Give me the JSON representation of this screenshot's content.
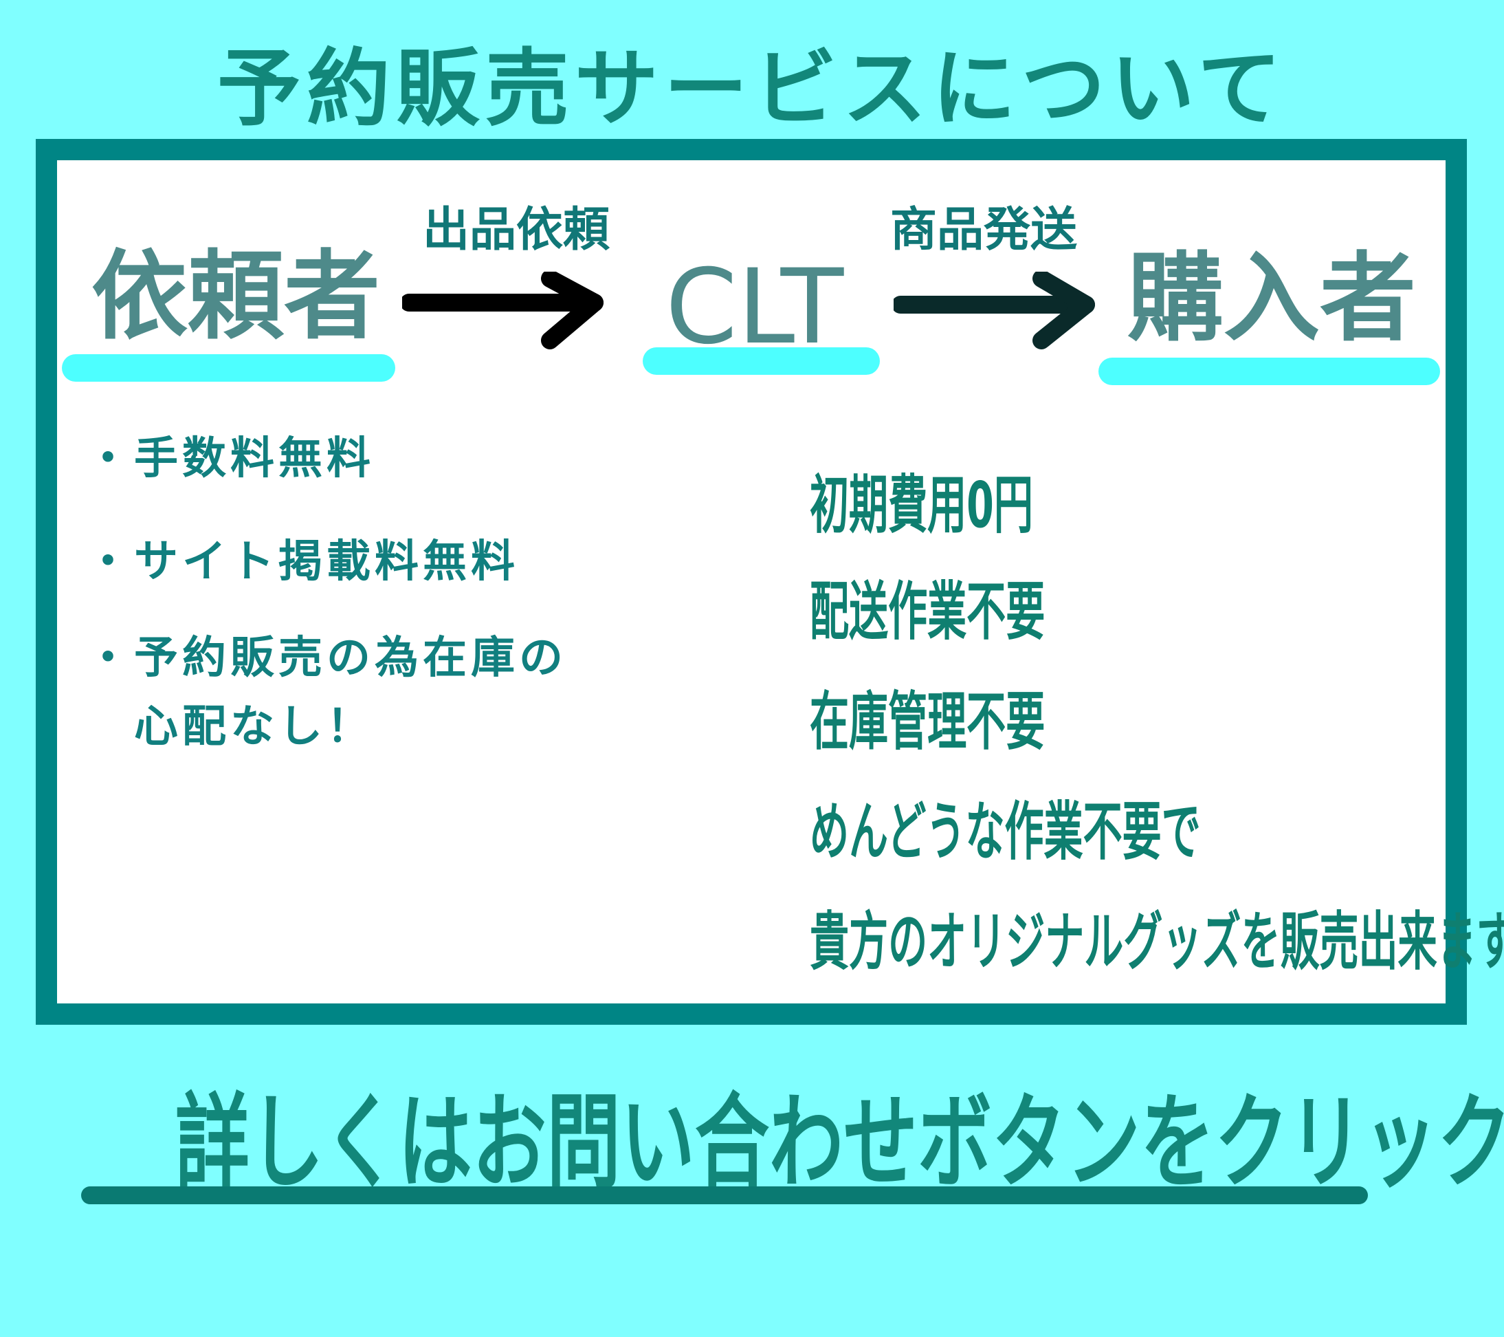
{
  "title": "予約販売サービスについて",
  "flow": {
    "requester": "依頼者",
    "step1": "出品依頼",
    "middle": "CLT",
    "step2": "商品発送",
    "buyer": "購入者"
  },
  "left_benefits": [
    "・手数料無料",
    "・サイト掲載料無料",
    "・予約販売の為在庫の",
    "　心配なし！"
  ],
  "right_benefits": [
    "初期費用0円",
    "配送作業不要",
    "在庫管理不要",
    "めんどうな作業不要で",
    "貴方のオリジナルグッズを販売出来ます"
  ],
  "cta": "詳しくはお問い合わせボタンをクリック",
  "colors": {
    "background": "#80ffff",
    "frame": "#008585",
    "underline": "#4dffff",
    "label": "#4e8a8a"
  }
}
